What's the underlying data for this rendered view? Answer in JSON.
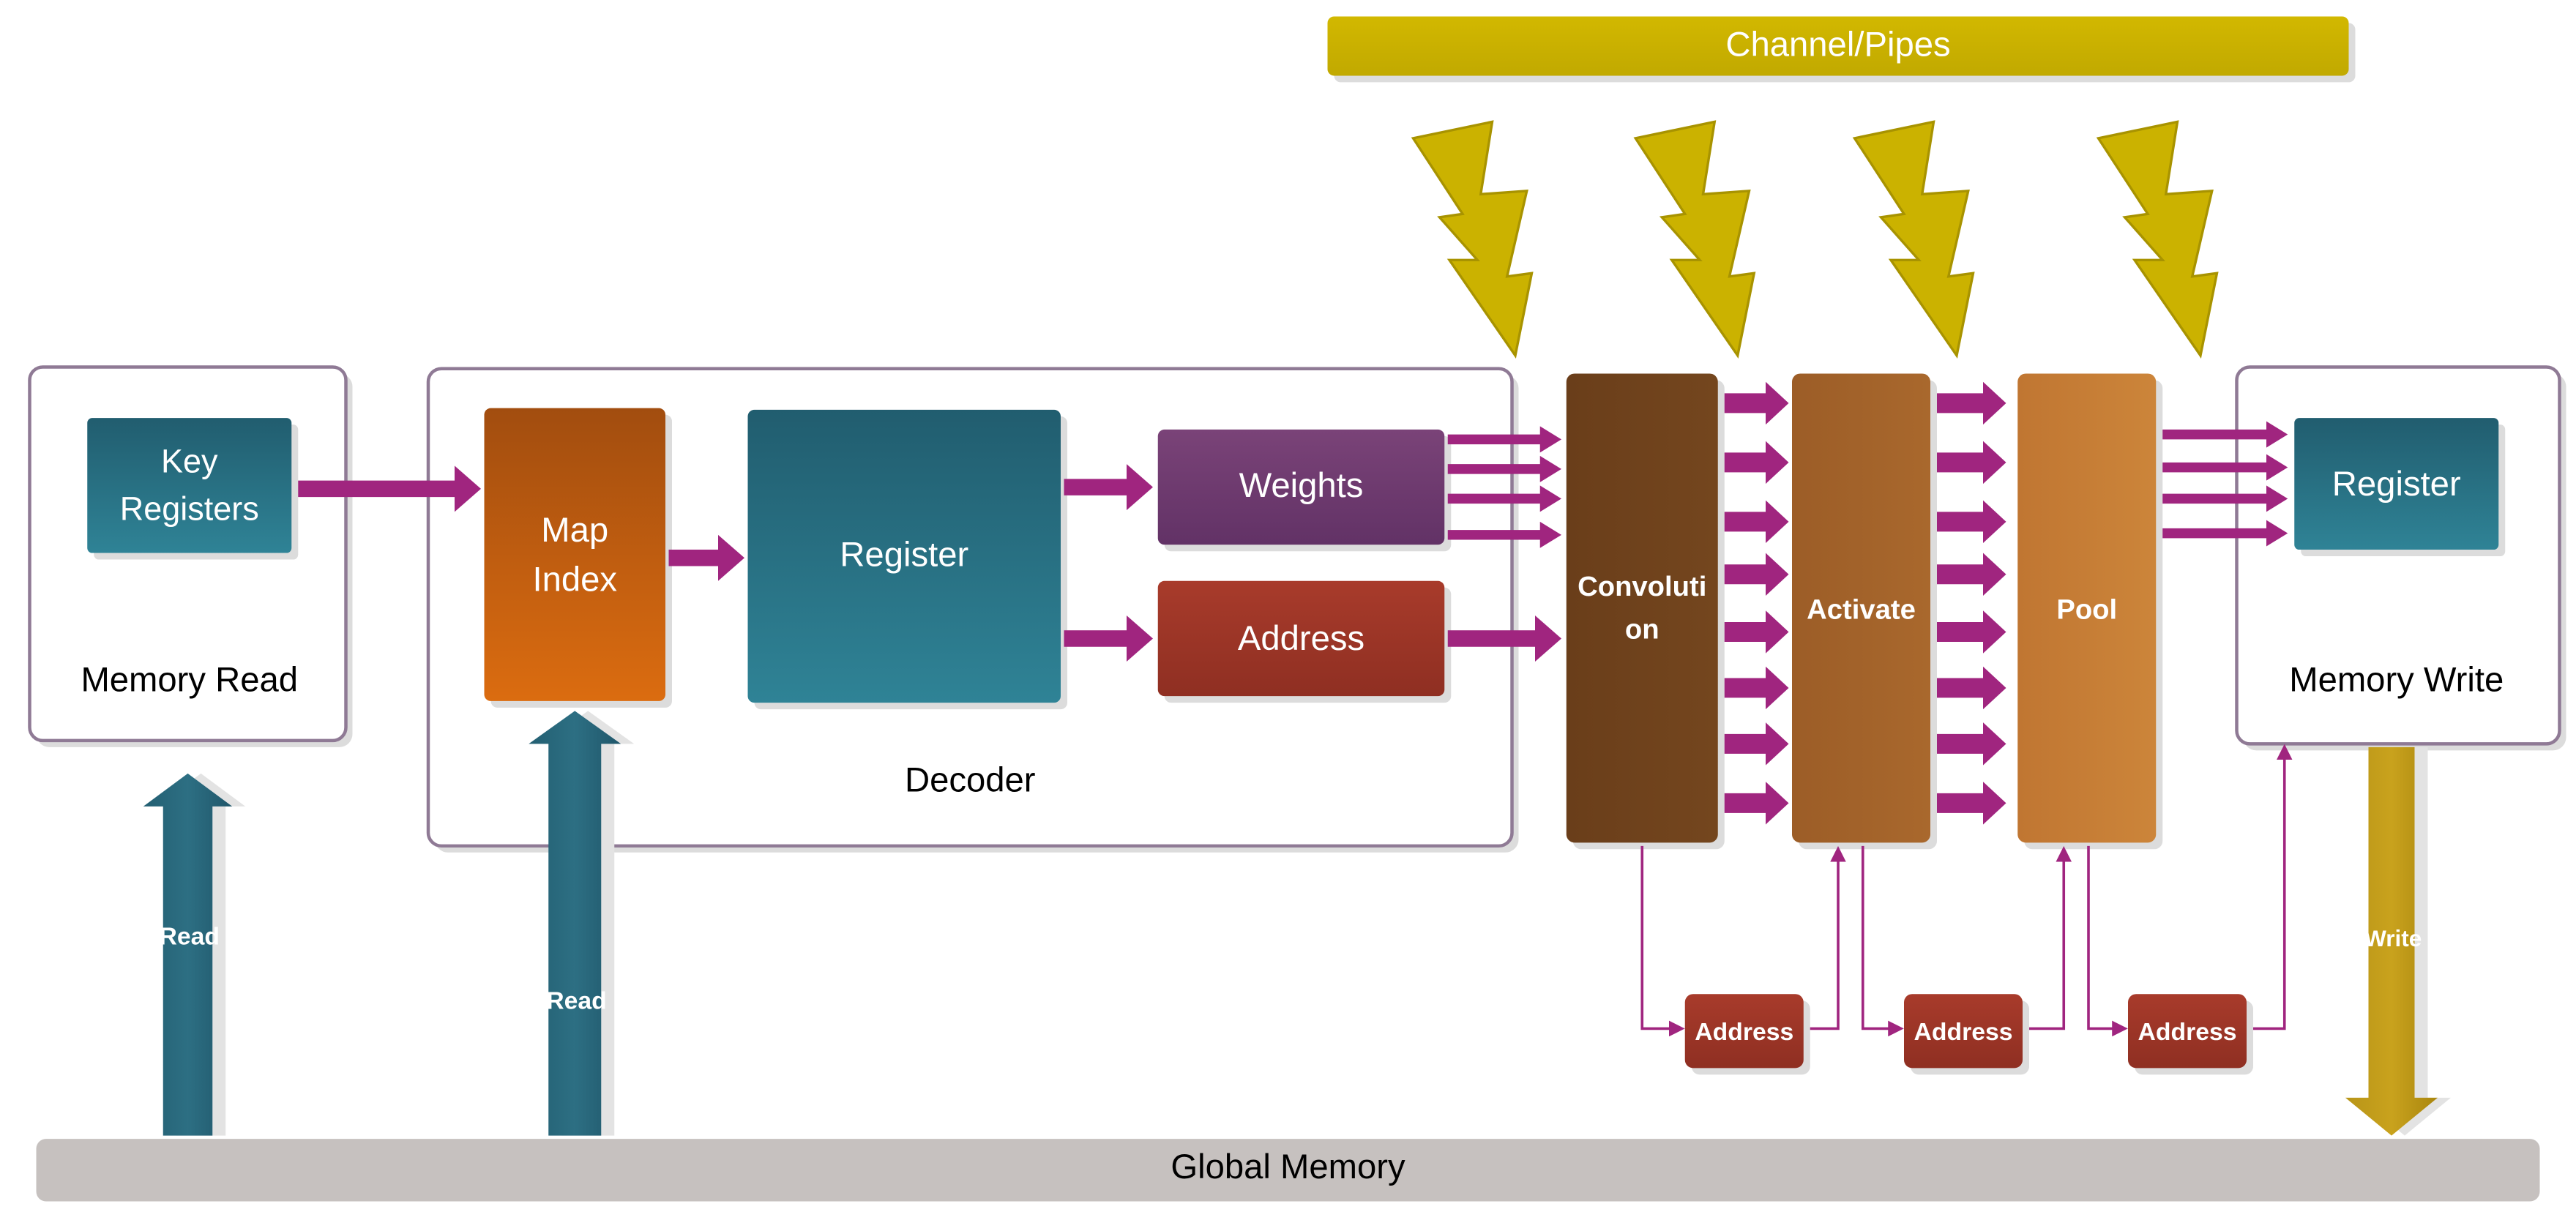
{
  "channel": {
    "label": "Channel/Pipes"
  },
  "memory_read": {
    "title": "Memory Read",
    "key_registers": [
      "Key",
      "Registers"
    ]
  },
  "decoder": {
    "title": "Decoder",
    "map_index": [
      "Map",
      "Index"
    ],
    "register": "Register",
    "weights": "Weights",
    "address": "Address"
  },
  "pipeline": {
    "convolution": [
      "Convoluti",
      "on"
    ],
    "activate": "Activate",
    "pool": "Pool"
  },
  "address_nodes": [
    "Address",
    "Address",
    "Address"
  ],
  "memory_write": {
    "title": "Memory Write",
    "register": "Register"
  },
  "arrows": {
    "read_left": "Read",
    "read_right": "Read",
    "write": "Write"
  },
  "global_memory": {
    "label": "Global Memory"
  },
  "colors": {
    "magenta": "#a0257f",
    "teal": "#246a80",
    "gold": "#cbb200",
    "global_bar": "#c6c1bf",
    "weights": "#6f3b70",
    "address_dark": "#9b3526",
    "conv": "#6c401b",
    "activate": "#a2622a",
    "pool": "#c77d35"
  }
}
